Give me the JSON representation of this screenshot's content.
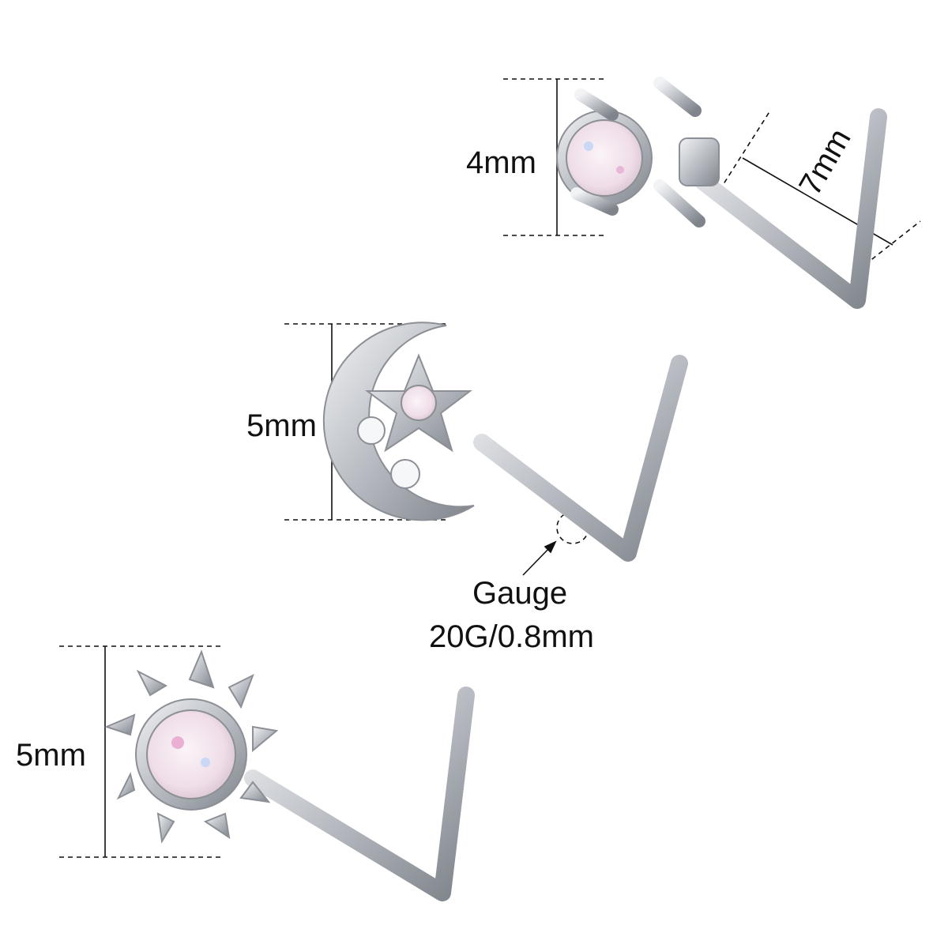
{
  "items": [
    {
      "name": "opal-prong-stud",
      "height_label": "4mm",
      "pin_label": "7mm"
    },
    {
      "name": "moon-star-stud",
      "height_label": "5mm"
    },
    {
      "name": "sun-opal-stud",
      "height_label": "5mm"
    }
  ],
  "gauge": {
    "title": "Gauge",
    "value": "20G/0.8mm"
  },
  "colors": {
    "metal": "#c9ccd1",
    "metal_dark": "#8c9096",
    "opal": "#f4e6ee",
    "line": "#111111"
  }
}
